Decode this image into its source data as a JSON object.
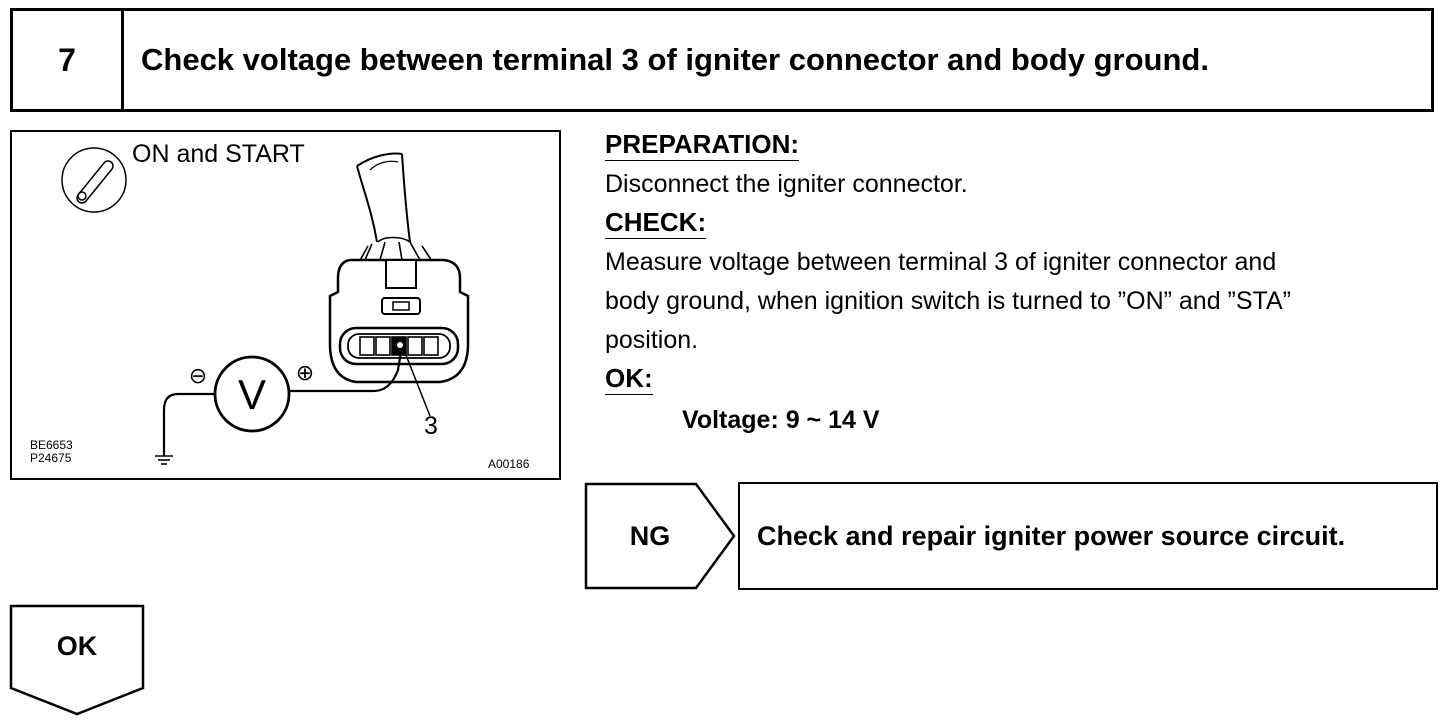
{
  "step": {
    "number": "7",
    "title": "Check voltage between terminal 3 of igniter connector and body ground."
  },
  "figure": {
    "switch_label": "ON and START",
    "terminal_label": "3",
    "meter_symbol": "V",
    "negative_symbol": "⊖",
    "positive_symbol": "⊕",
    "code_left_1": "BE6653",
    "code_left_2": "P24675",
    "code_right": "A00186",
    "icons": [
      "ignition-key-icon",
      "voltmeter-icon",
      "ground-symbol-icon",
      "connector-icon"
    ]
  },
  "procedure": {
    "preparation_heading": "PREPARATION:",
    "preparation_text": "Disconnect the igniter connector.",
    "check_heading": "CHECK:",
    "check_line_1": "Measure voltage between terminal 3 of igniter connector and",
    "check_line_2": "body ground, when ignition switch is turned to ”ON” and ”STA”",
    "check_line_3": "position.",
    "ok_heading": "OK:",
    "ok_spec": "Voltage: 9 ~ 14 V"
  },
  "ng_branch": {
    "label": "NG",
    "action": "Check and repair igniter power source circuit."
  },
  "ok_branch": {
    "label": "OK"
  }
}
